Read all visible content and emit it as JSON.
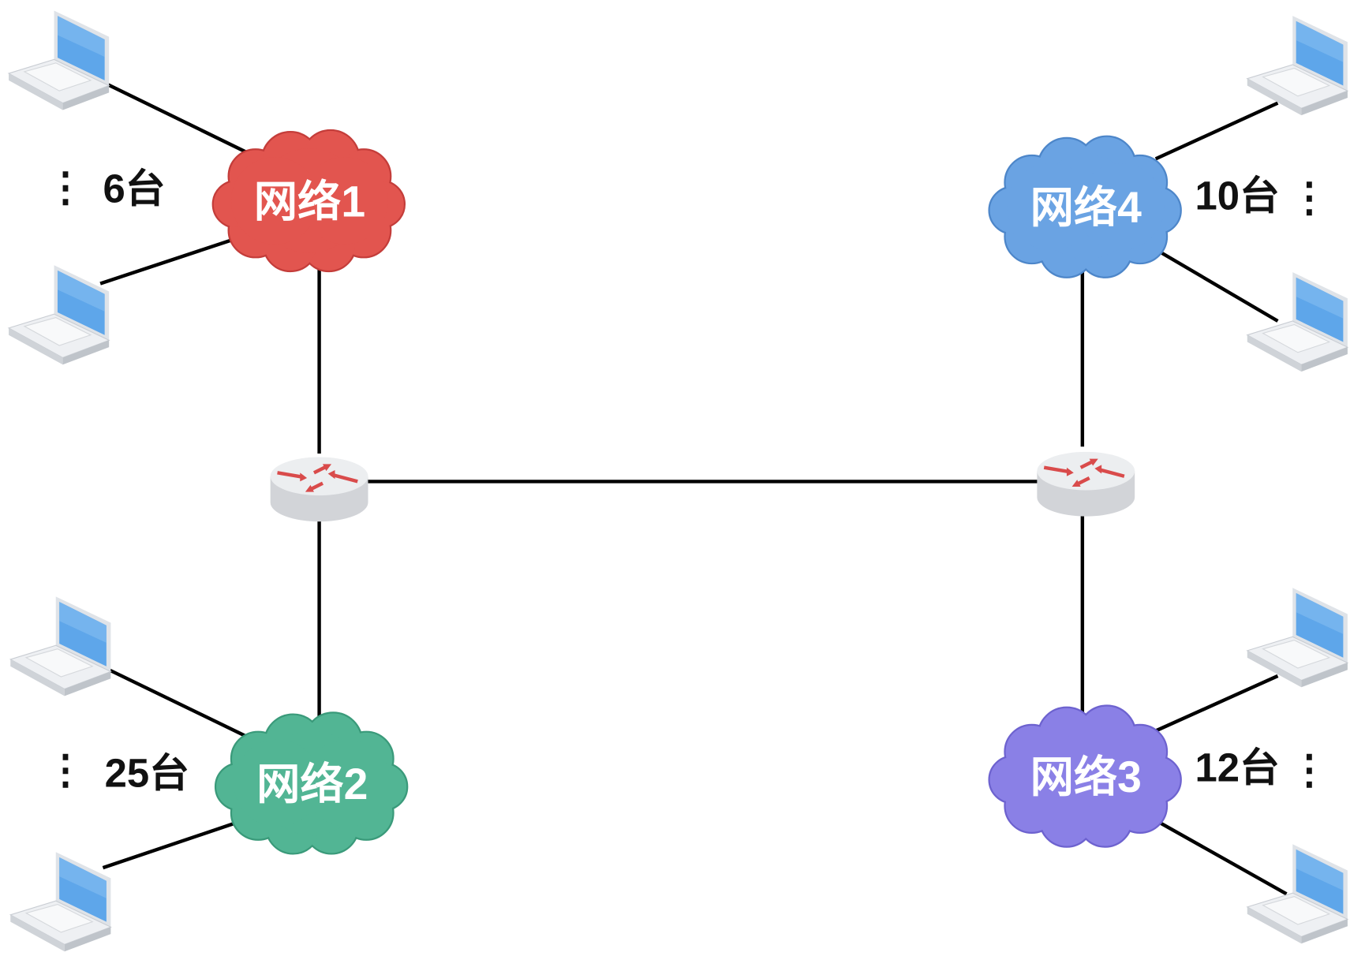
{
  "networks": [
    {
      "label": "网络1",
      "hosts": "6台",
      "color": "#e2554f",
      "stroke": "#c43d3a"
    },
    {
      "label": "网络2",
      "hosts": "25台",
      "color": "#52b594",
      "stroke": "#3a9a7a"
    },
    {
      "label": "网络3",
      "hosts": "12台",
      "color": "#8a80e6",
      "stroke": "#6d62cf"
    },
    {
      "label": "网络4",
      "hosts": "10台",
      "color": "#6aa3e3",
      "stroke": "#4d86c9"
    }
  ],
  "ellipsis": "⋮",
  "routers": [
    {
      "name": "router-left"
    },
    {
      "name": "router-right"
    }
  ],
  "colors": {
    "line": "#000000",
    "laptop_screen": "#5ea6ea",
    "router_body": "#e4e5e8",
    "router_arrow": "#d94b4b"
  }
}
